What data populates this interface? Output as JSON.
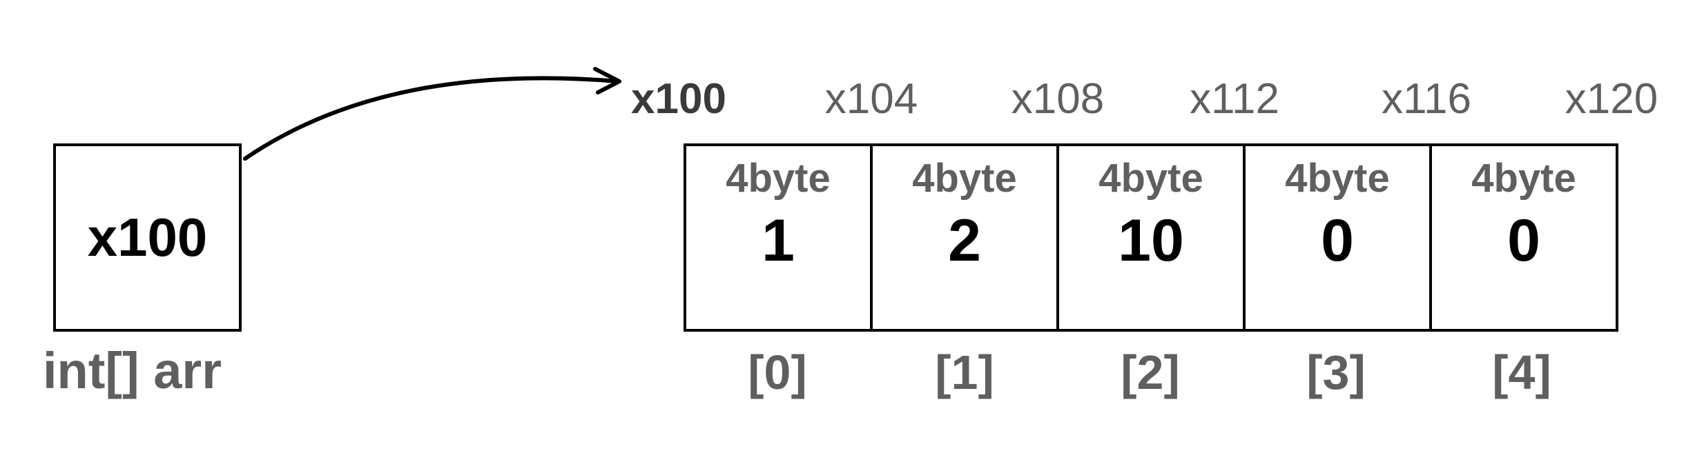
{
  "pointer": {
    "value": "x100",
    "label": "int[] arr"
  },
  "array": {
    "addresses": [
      "x100",
      "x104",
      "x108",
      "x112",
      "x116",
      "x120"
    ],
    "cells": [
      {
        "size": "4byte",
        "value": "1",
        "index": "[0]"
      },
      {
        "size": "4byte",
        "value": "2",
        "index": "[1]"
      },
      {
        "size": "4byte",
        "value": "10",
        "index": "[2]"
      },
      {
        "size": "4byte",
        "value": "0",
        "index": "[3]"
      },
      {
        "size": "4byte",
        "value": "0",
        "index": "[4]"
      }
    ]
  }
}
